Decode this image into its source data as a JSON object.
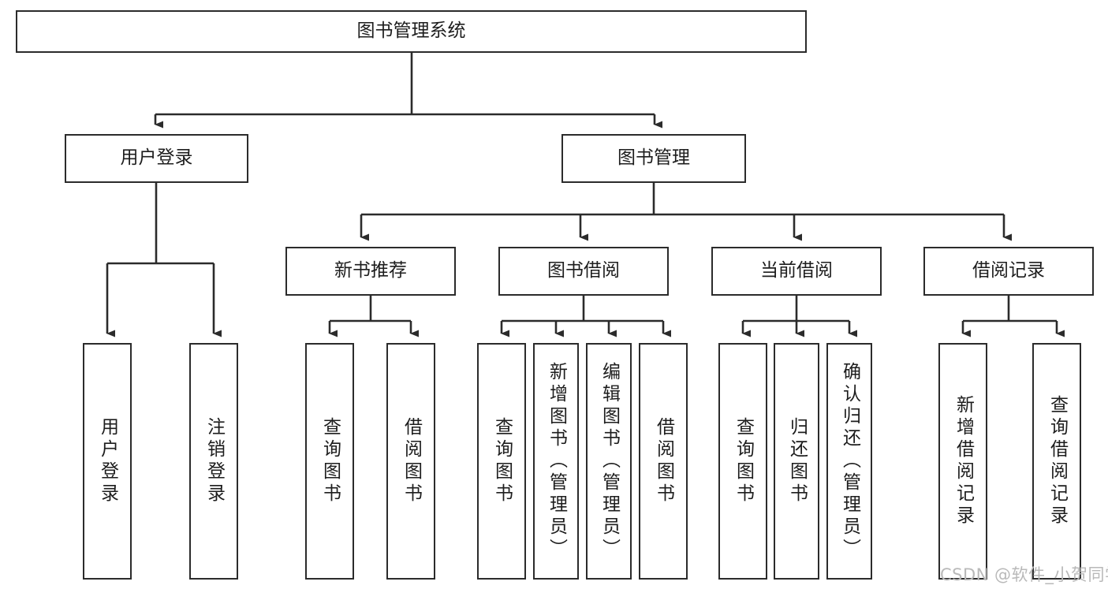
{
  "diagram": {
    "type": "tree",
    "title": "图书管理系统",
    "orientation": "top-down",
    "colors": {
      "box_border": "#2b2b2b",
      "box_fill": "#ffffff",
      "connector": "#2b2b2b",
      "text": "#1d1d1d",
      "watermark": "#b9b9b9"
    },
    "levels": {
      "root": "图书管理系统",
      "level2": [
        "用户登录",
        "图书管理"
      ],
      "level3": [
        "新书推荐",
        "图书借阅",
        "当前借阅",
        "借阅记录"
      ]
    },
    "nodes": {
      "root": {
        "label": "图书管理系统"
      },
      "user_login": {
        "label": "用户登录"
      },
      "book_manage": {
        "label": "图书管理"
      },
      "new_book_rec": {
        "label": "新书推荐"
      },
      "book_borrow": {
        "label": "图书借阅"
      },
      "current_borrow": {
        "label": "当前借阅"
      },
      "borrow_record": {
        "label": "借阅记录"
      },
      "leaf_user_login": {
        "label": "用户登录"
      },
      "leaf_logout": {
        "label": "注销登录"
      },
      "leaf_query_book_1": {
        "label": "查询图书"
      },
      "leaf_borrow_book_1": {
        "label": "借阅图书"
      },
      "leaf_query_book_2": {
        "label": "查询图书"
      },
      "leaf_add_book": {
        "label": "新增图书（管理员）"
      },
      "leaf_edit_book": {
        "label": "编辑图书（管理员）"
      },
      "leaf_borrow_book_2": {
        "label": "借阅图书"
      },
      "leaf_query_book_3": {
        "label": "查询图书"
      },
      "leaf_return_book": {
        "label": "归还图书"
      },
      "leaf_confirm_return": {
        "label": "确认归还（管理员）"
      },
      "leaf_add_record": {
        "label": "新增借阅记录"
      },
      "leaf_query_record": {
        "label": "查询借阅记录"
      }
    },
    "edges": [
      {
        "from": "root",
        "to": "user_login"
      },
      {
        "from": "root",
        "to": "book_manage"
      },
      {
        "from": "user_login",
        "to": "leaf_user_login"
      },
      {
        "from": "user_login",
        "to": "leaf_logout"
      },
      {
        "from": "book_manage",
        "to": "new_book_rec"
      },
      {
        "from": "book_manage",
        "to": "book_borrow"
      },
      {
        "from": "book_manage",
        "to": "current_borrow"
      },
      {
        "from": "book_manage",
        "to": "borrow_record"
      },
      {
        "from": "new_book_rec",
        "to": "leaf_query_book_1"
      },
      {
        "from": "new_book_rec",
        "to": "leaf_borrow_book_1"
      },
      {
        "from": "book_borrow",
        "to": "leaf_query_book_2"
      },
      {
        "from": "book_borrow",
        "to": "leaf_add_book"
      },
      {
        "from": "book_borrow",
        "to": "leaf_edit_book"
      },
      {
        "from": "book_borrow",
        "to": "leaf_borrow_book_2"
      },
      {
        "from": "current_borrow",
        "to": "leaf_query_book_3"
      },
      {
        "from": "current_borrow",
        "to": "leaf_return_book"
      },
      {
        "from": "current_borrow",
        "to": "leaf_confirm_return"
      },
      {
        "from": "borrow_record",
        "to": "leaf_add_record"
      },
      {
        "from": "borrow_record",
        "to": "leaf_query_record"
      }
    ]
  },
  "watermark": {
    "text": "CSDN @软件_小贺同学"
  }
}
